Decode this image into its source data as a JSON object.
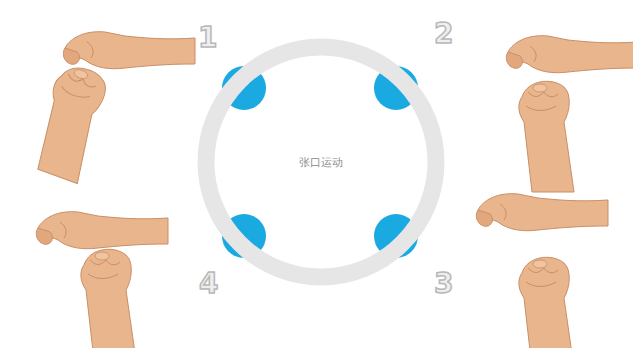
{
  "diagram": {
    "nodes": [
      {
        "text": [
          "张口运动"
        ]
      }
    ],
    "labels": [
      "1",
      "2",
      "3",
      "4"
    ]
  }
}
